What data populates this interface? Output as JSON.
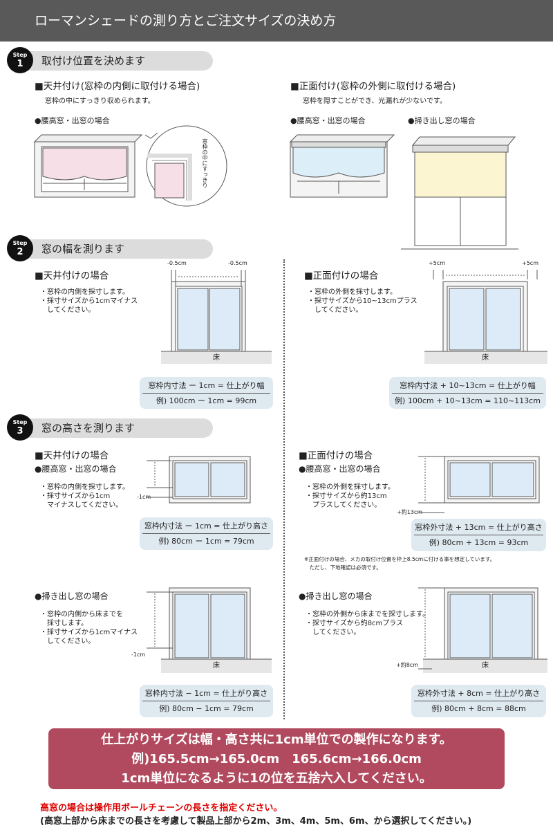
{
  "title": "ローマンシェードの測り方とご注文サイズの決め方",
  "step_word": "Step",
  "steps": [
    {
      "num": "1",
      "title": "取付け位置を決めます"
    },
    {
      "num": "2",
      "title": "窓の幅を測ります"
    },
    {
      "num": "3",
      "title": "窓の高さを測ります"
    }
  ],
  "step1": {
    "left": {
      "heading": "■天井付け(窓枠の内側に取付ける場合)",
      "sub": "窓枠の中にすっきり収められます。",
      "case": "●腰高窓・出窓の場合",
      "callout": "窓枠の中にすっきり"
    },
    "right": {
      "heading": "■正面付け(窓枠の外側に取付ける場合)",
      "sub": "窓枠を隠すことができ、光漏れが少ないです。",
      "case1": "●腰高窓・出窓の場合",
      "case2": "●掃き出し窓の場合"
    }
  },
  "step2": {
    "left": {
      "heading": "■天井付けの場合",
      "bullets": [
        "・窓枠の内側を採寸します。",
        "・採寸サイズから1cmマイナス",
        "　してください。"
      ],
      "dim_left": "-0.5cm",
      "dim_right": "-0.5cm",
      "floor": "床",
      "formula": "窓枠内寸法 ー 1cm = 仕上がり幅",
      "example": "例) 100cm ー 1cm = 99cm"
    },
    "right": {
      "heading": "■正面付けの場合",
      "bullets": [
        "・窓枠の外側を採寸します。",
        "・採寸サイズから10~13cmプラス",
        "　してください。"
      ],
      "dim_left": "+5cm",
      "dim_right": "+5cm",
      "floor": "床",
      "formula": "窓枠内寸法 + 10~13cm = 仕上がり幅",
      "example": "例) 100cm + 10~13cm = 110~113cm"
    }
  },
  "step3": {
    "left": {
      "heading": "■天井付けの場合",
      "waist": {
        "case": "●腰高窓・出窓の場合",
        "bullets": [
          "・窓枠の内側を採寸します。",
          "・採寸サイズから1cm",
          "　マイナスしてください。"
        ],
        "dim": "-1cm",
        "formula": "窓枠内寸法 ー 1cm = 仕上がり高さ",
        "example": "例) 80cm ー 1cm = 79cm"
      },
      "sweep": {
        "case": "●掃き出し窓の場合",
        "bullets": [
          "・窓枠の内側から床までを",
          "　採寸します。",
          "・採寸サイズから1cmマイナス",
          "　してください。"
        ],
        "dim": "-1cm",
        "floor": "床",
        "formula": "窓枠内寸法 − 1cm = 仕上がり高さ",
        "example": "例) 80cm − 1cm = 79cm"
      }
    },
    "right": {
      "heading": "■正面付けの場合",
      "waist": {
        "case": "●腰高窓・出窓の場合",
        "bullets": [
          "・窓枠の外側を採寸します。",
          "・採寸サイズから約13cm",
          "　プラスしてください。"
        ],
        "dim": "+約13cm",
        "formula": "窓枠外寸法 + 13cm = 仕上がり高さ",
        "example": "例) 80cm + 13cm = 93cm"
      },
      "note": [
        "※正面付けの場合、メカの取付け位置を枠上8.5cmに付ける事を想定しています。",
        "　ただし、下地確認は必須です。"
      ],
      "sweep": {
        "case": "●掃き出し窓の場合",
        "bullets": [
          "・窓枠の外側から床までを採寸します。",
          "・採寸サイズから約8cmプラス",
          "　してください。"
        ],
        "dim": "+約8cm",
        "floor": "床",
        "formula": "窓枠外寸法 + 8cm = 仕上がり高さ",
        "example": "例) 80cm + 8cm = 88cm"
      }
    }
  },
  "banner": [
    "仕上がりサイズは幅・高さ共に1cm単位での製作になります。",
    "例)165.5cm→165.0cm　165.6cm→166.0cm",
    "1cm単位になるように1の位を五捨六入してください。"
  ],
  "footer": {
    "red": "高窓の場合は操作用ボールチェーンの長さを指定ください。",
    "black": "(高窓上部から床までの長さを考慮して製品上部から2m、3m、4m、5m、6m、から選択してください。)"
  },
  "colors": {
    "header": "#595959",
    "banner": "#b14a5e",
    "box": "#dfe9f0",
    "glass": "#dcebf7",
    "pink": "#f6dfe6",
    "blue": "#dceef8",
    "yellow": "#fbf5d2"
  }
}
